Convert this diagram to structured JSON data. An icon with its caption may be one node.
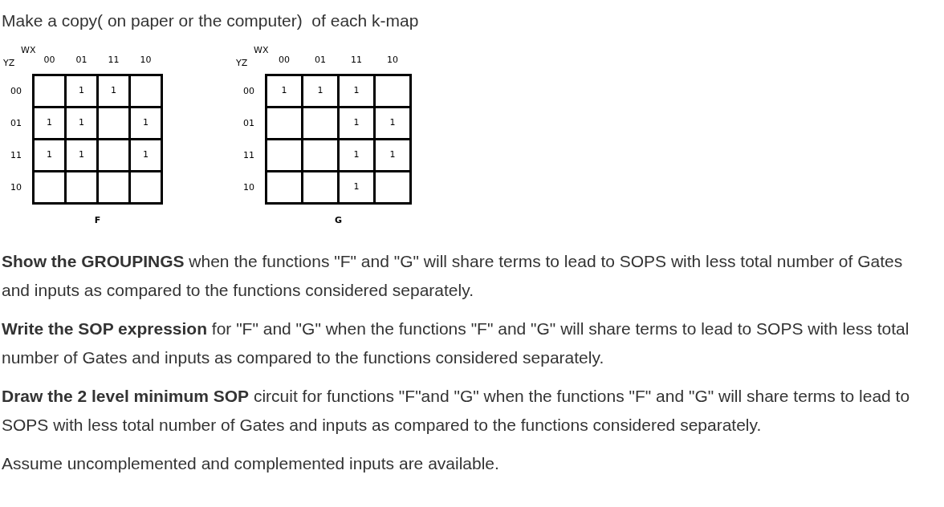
{
  "diagram": {
    "title": "Make a copy( on paper or the computer)  of each k-map",
    "nodes": [
      {
        "text": [
          "F"
        ]
      },
      {
        "text": [],
        "shape": "box",
        "in": 0
      },
      {
        "text": [
          "1"
        ],
        "in": 0
      },
      {
        "text": [
          "1"
        ],
        "in": 0
      },
      {
        "text": [],
        "shape": "box",
        "in": 0
      },
      {
        "text": [
          "1"
        ],
        "in": 0
      },
      {
        "text": [
          "1"
        ],
        "in": 0
      },
      {
        "text": [],
        "shape": "box",
        "in": 0
      },
      {
        "text": [
          "1"
        ],
        "in": 0
      },
      {
        "text": [
          "1"
        ],
        "in": 0
      },
      {
        "text": [
          "1"
        ],
        "in": 0
      },
      {
        "text": [],
        "shape": "box",
        "in": 0
      },
      {
        "text": [
          "1"
        ],
        "in": 0
      },
      {
        "text": [],
        "shape": "box",
        "in": 0
      },
      {
        "text": [],
        "shape": "box",
        "in": 0
      },
      {
        "text": [],
        "shape": "box",
        "in": 0
      },
      {
        "text": [],
        "shape": "box",
        "in": 0
      },
      {
        "text": [
          "G"
        ]
      },
      {
        "text": [
          "1"
        ],
        "in": 17
      },
      {
        "text": [
          "1"
        ],
        "in": 17
      },
      {
        "text": [
          "1"
        ],
        "in": 17
      },
      {
        "text": [],
        "shape": "box",
        "in": 17
      },
      {
        "text": [],
        "shape": "box",
        "in": 17
      },
      {
        "text": [],
        "shape": "box",
        "in": 17
      },
      {
        "text": [
          "1"
        ],
        "in": 17
      },
      {
        "text": [
          "1"
        ],
        "in": 17
      },
      {
        "text": [],
        "shape": "box",
        "in": 17
      },
      {
        "text": [],
        "shape": "box",
        "in": 17
      },
      {
        "text": [
          "1"
        ],
        "in": 17
      },
      {
        "text": [
          "1"
        ],
        "in": 17
      },
      {
        "text": [],
        "shape": "box",
        "in": 17
      },
      {
        "text": [],
        "shape": "box",
        "in": 17
      },
      {
        "text": [
          "1"
        ],
        "in": 17
      },
      {
        "text": [],
        "shape": "box",
        "in": 17
      }
    ],
    "edges": [],
    "labels": [
      "WX",
      "YZ",
      "00",
      "01",
      "11",
      "10",
      "00",
      "01",
      "11",
      "10",
      "WX",
      "YZ",
      "00",
      "01",
      "11",
      "10",
      "00",
      "01",
      "11",
      "10",
      "**Show the GROUPINGS** when the functions \"F\" and \"G\" will share  terms to lead to SOPS with less total  number of Gates and inputs as compared to the functions considered separately.",
      "**Write the SOP expression** for \"F\" and \"G\" when the functions \"F\" and \"G\" will share  terms to lead to SOPS with less total  number of Gates and inputs as compared to the functions considered separately.",
      "**Draw the 2 level minimum SOP** circuit for functions \"F\"and \"G\" when the functions \"F\" and \"G\" will share terms to lead to SOPS with less total  number of Gates and inputs as compared to the functions considered separately.",
      "Assume uncomplemented  and complemented inputs are available."
    ]
  }
}
